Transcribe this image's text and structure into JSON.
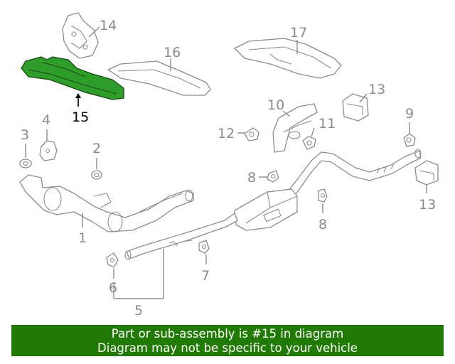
{
  "callouts": {
    "c1": "1",
    "c2": "2",
    "c3": "3",
    "c4": "4",
    "c5": "5",
    "c6": "6",
    "c7": "7",
    "c8a": "8",
    "c8b": "8",
    "c9": "9",
    "c10": "10",
    "c11": "11",
    "c12": "12",
    "c13a": "13",
    "c13b": "13",
    "c14": "14",
    "c15": "15",
    "c16": "16",
    "c17": "17"
  },
  "highlight": {
    "part": "15",
    "color": "#2e9d2a"
  },
  "banner": {
    "line1": "Part or sub-assembly is #15 in diagram",
    "line2": "Diagram may not be specific to your vehicle",
    "color": "#217a05"
  }
}
